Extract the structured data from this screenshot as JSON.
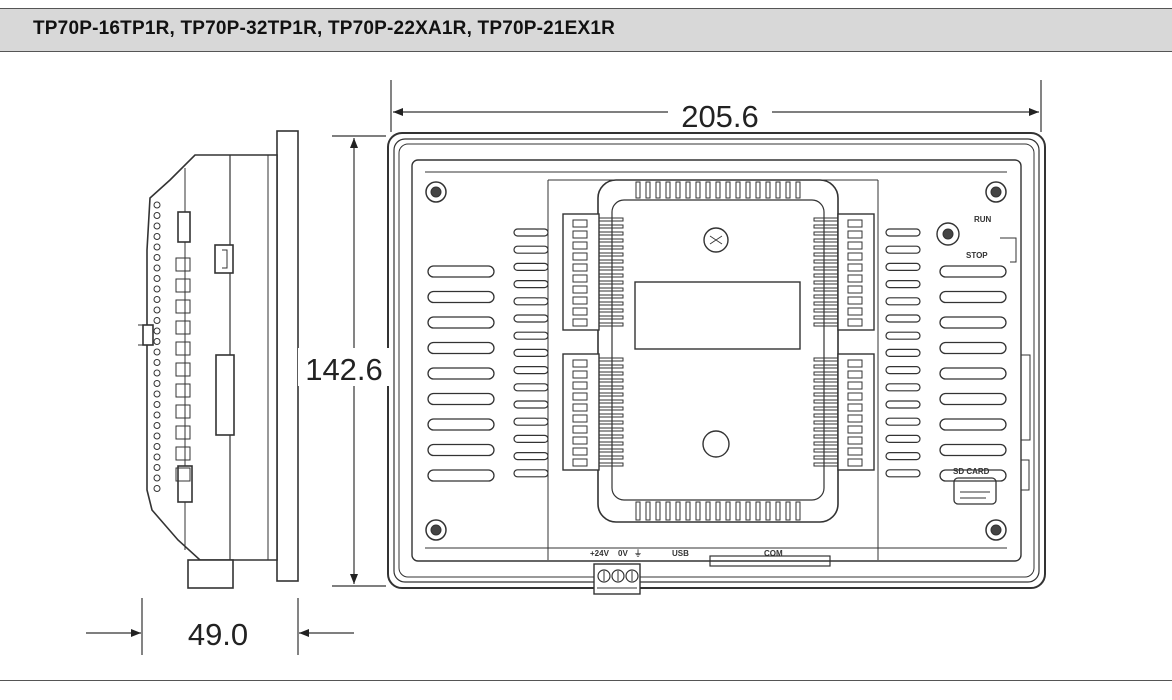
{
  "header": {
    "title": "TP70P-16TP1R, TP70P-32TP1R, TP70P-22XA1R, TP70P-21EX1R"
  },
  "dimensions": {
    "width": "205.6",
    "height": "142.6",
    "depth": "49.0"
  },
  "panel_labels": {
    "run": "RUN",
    "stop": "STOP",
    "sd_card": "SD CARD"
  },
  "port_labels": {
    "power_24v": "+24V",
    "power_0v": "0V",
    "ground": "⏚",
    "usb": "USB",
    "com": "COM"
  }
}
